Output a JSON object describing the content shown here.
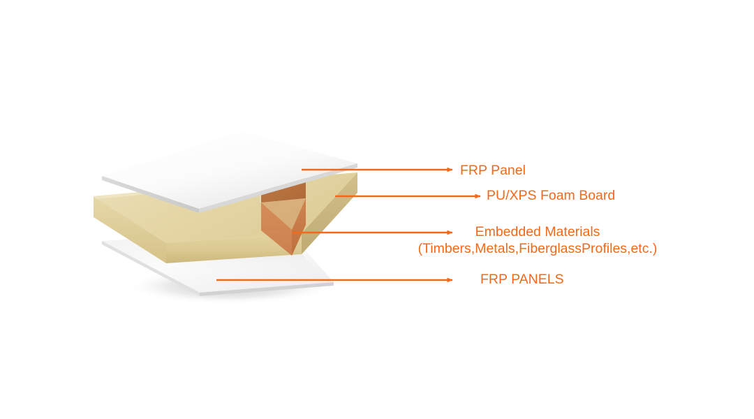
{
  "figure": {
    "background_color": "#ffffff",
    "accent_color": "#f2691b"
  },
  "callouts": [
    {
      "id": "frp-panel",
      "label": "FRP Panel",
      "target_layer": "top-frp-sheet"
    },
    {
      "id": "foam-board",
      "label": "PU/XPS Foam Board",
      "target_layer": "foam-core"
    },
    {
      "id": "embedded-materials",
      "label": "Embedded Materials",
      "sublabel": "(Timbers,Metals,FiberglassProfiles,etc.)",
      "target_layer": "embedded-block"
    },
    {
      "id": "frp-panels",
      "label": "FRP PANELS",
      "target_layer": "bottom-frp-sheet"
    }
  ],
  "layers": {
    "top_sheet": {
      "name": "FRP Panel",
      "color_top": "#fdfdfd",
      "color_shade": "#e9e9e9",
      "color_edge": "#d5d5d5"
    },
    "foam_core": {
      "name": "PU/XPS Foam Board",
      "color_top": "#e6d7a8",
      "color_front": "#ddca93",
      "color_left": "#e0cf9b",
      "color_right": "#c9b684"
    },
    "embedded_block": {
      "name": "Embedded Materials",
      "color_top": "#b5703f",
      "color_front": "#d58b58",
      "color_right": "#c97b47"
    },
    "bottom_sheet": {
      "name": "FRP PANELS",
      "color_top": "#fbfbfb",
      "color_edge": "#dcdcdc",
      "color_shadow": "#c8c8c8"
    }
  }
}
